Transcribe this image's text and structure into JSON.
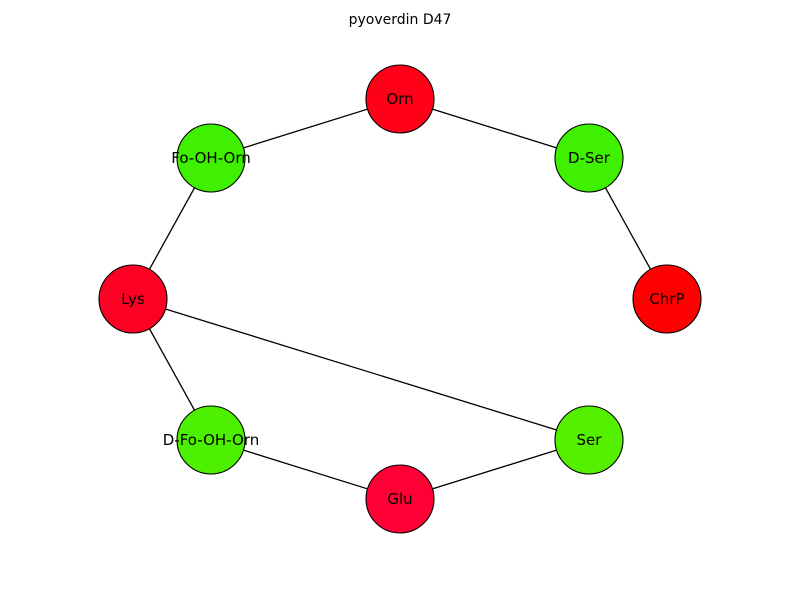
{
  "title": "pyoverdin D47",
  "nodes": [
    {
      "id": "orn",
      "label": "Orn",
      "color": "#ff0019"
    },
    {
      "id": "fo-oh-orn",
      "label": "Fo-OH-Orn",
      "color": "#3ff000"
    },
    {
      "id": "d-ser",
      "label": "D-Ser",
      "color": "#3ff000"
    },
    {
      "id": "lys",
      "label": "Lys",
      "color": "#ff0025"
    },
    {
      "id": "chrp",
      "label": "ChrP",
      "color": "#ff0000"
    },
    {
      "id": "d-fo-oh-orn",
      "label": "D-Fo-OH-Orn",
      "color": "#4cf000"
    },
    {
      "id": "ser",
      "label": "Ser",
      "color": "#55f000"
    },
    {
      "id": "glu",
      "label": "Glu",
      "color": "#ff0035"
    }
  ],
  "edges": [
    [
      "orn",
      "fo-oh-orn"
    ],
    [
      "orn",
      "d-ser"
    ],
    [
      "d-ser",
      "chrp"
    ],
    [
      "fo-oh-orn",
      "lys"
    ],
    [
      "lys",
      "d-fo-oh-orn"
    ],
    [
      "lys",
      "ser"
    ],
    [
      "d-fo-oh-orn",
      "glu"
    ],
    [
      "glu",
      "ser"
    ]
  ]
}
